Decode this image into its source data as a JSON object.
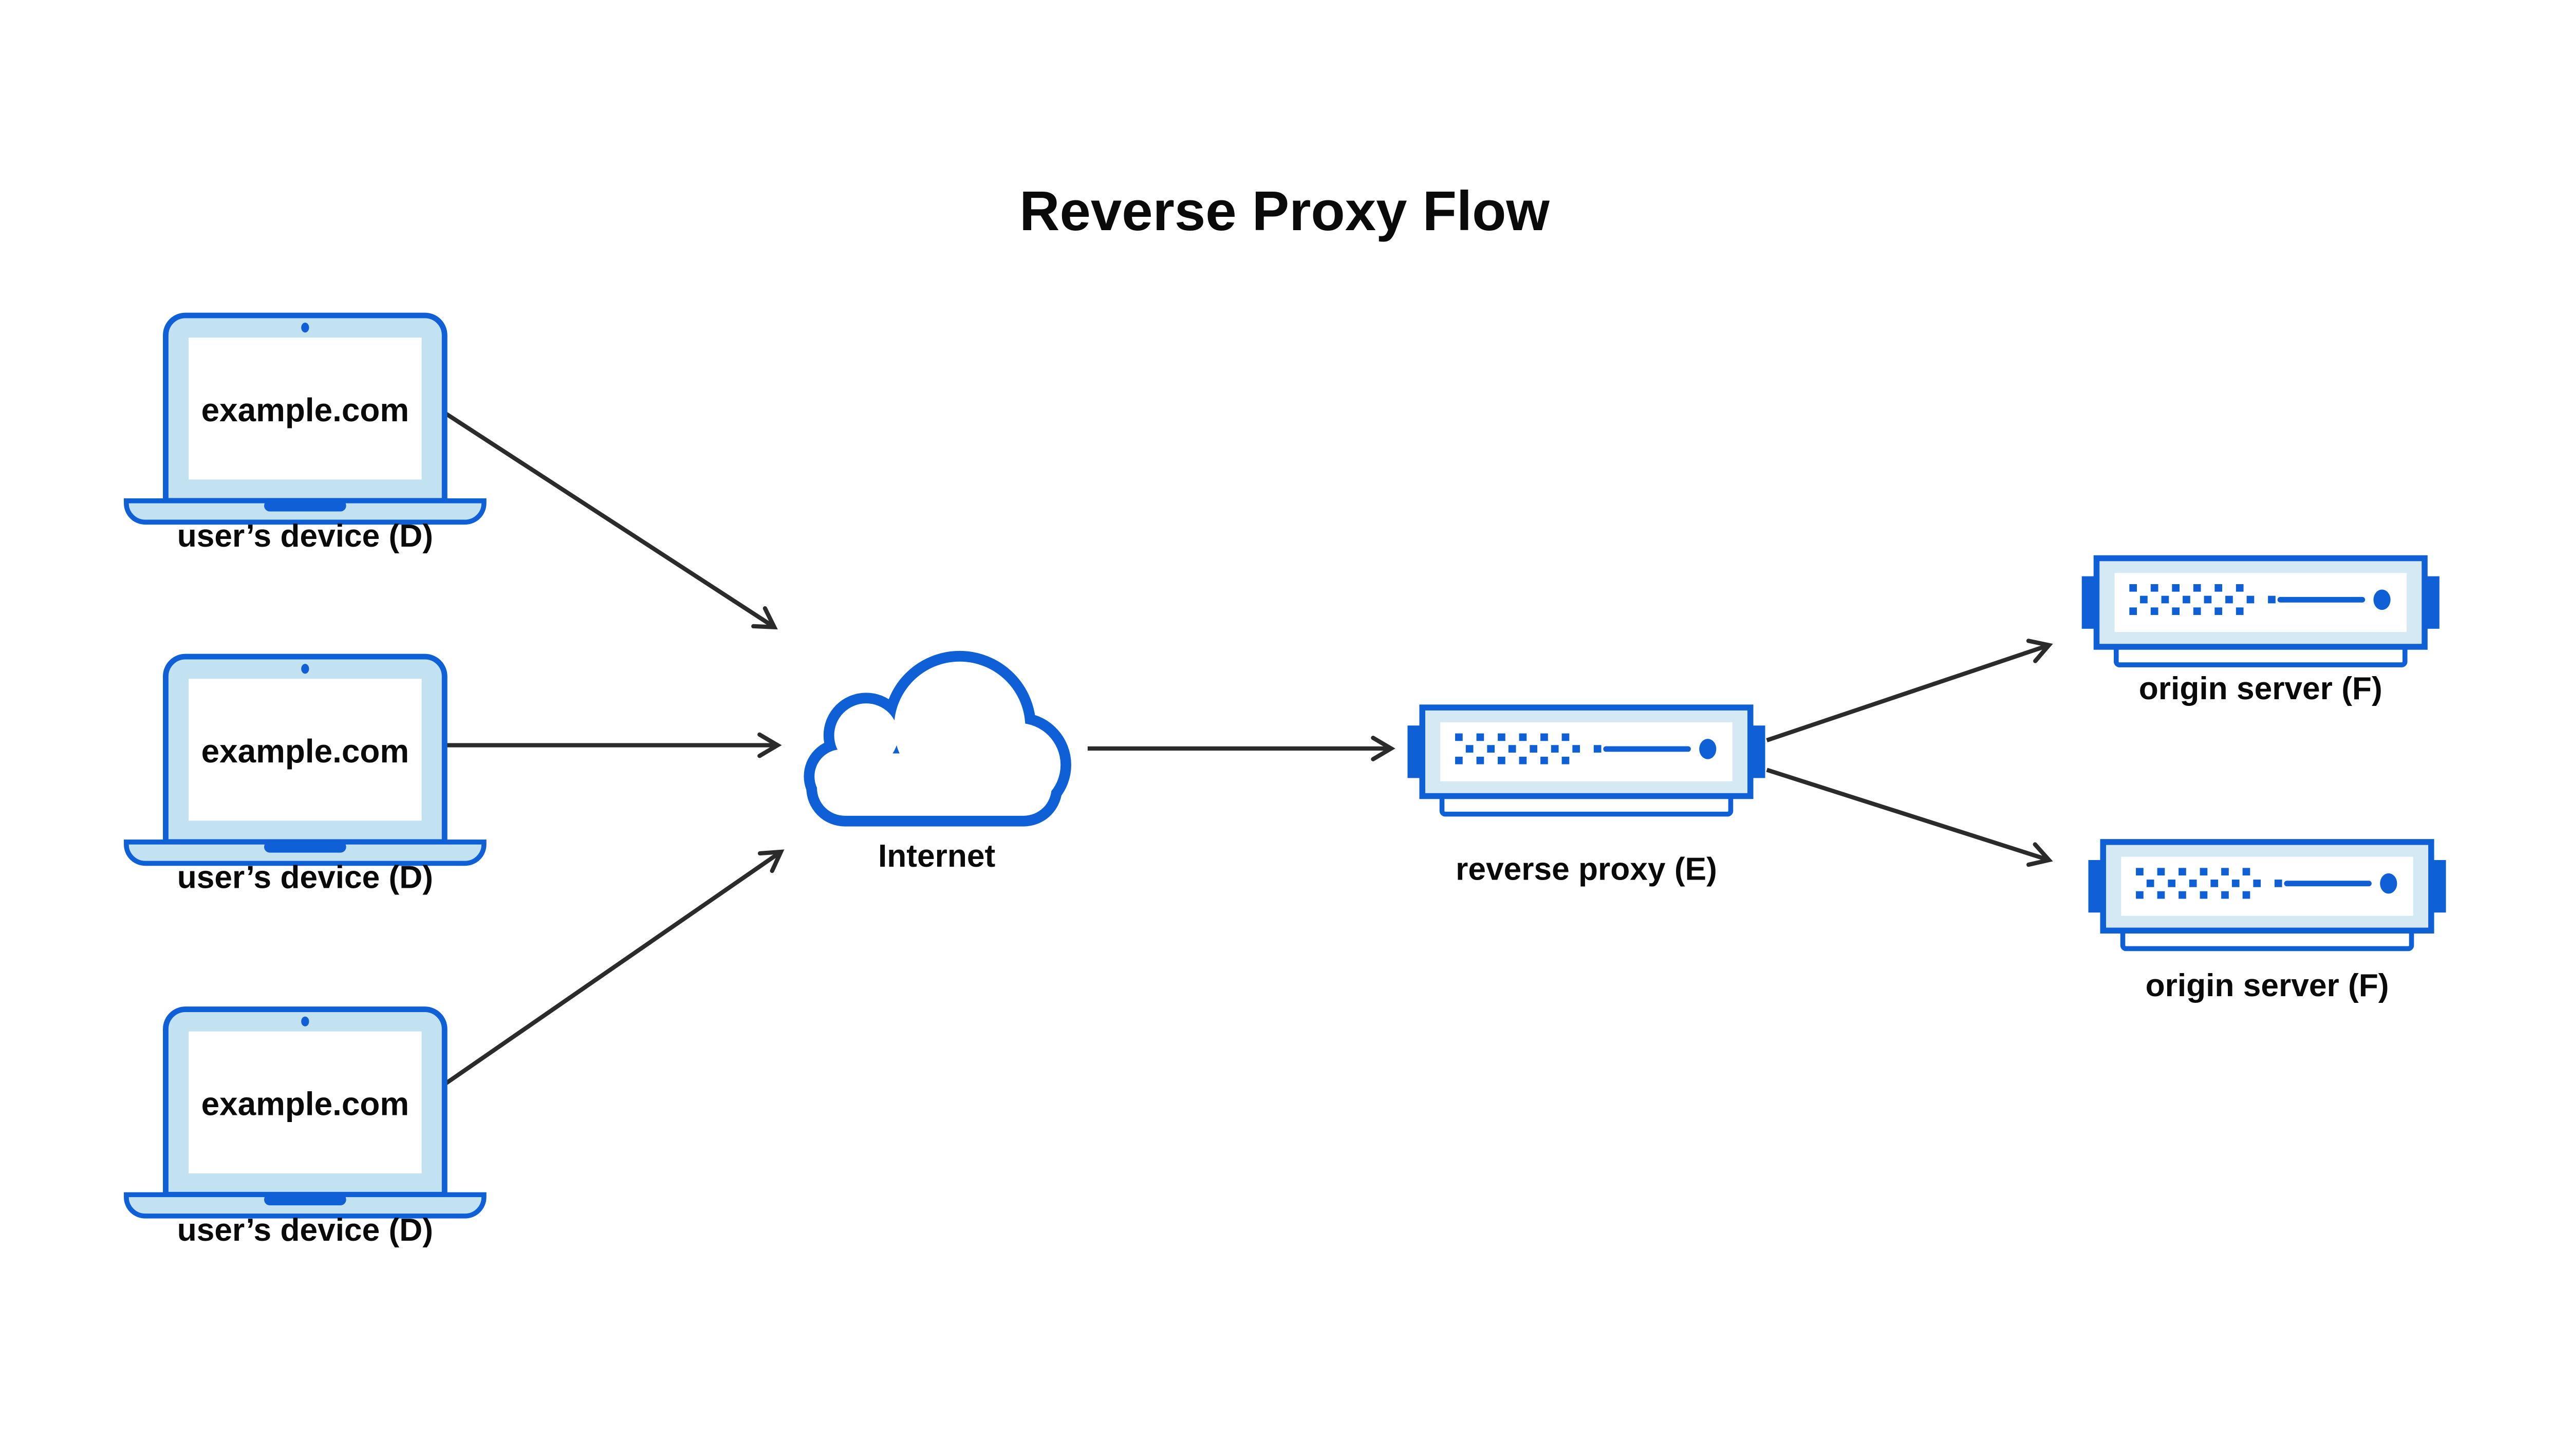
{
  "title": "Reverse Proxy Flow",
  "colors": {
    "accent": "#0f5fd6",
    "laptop_fill": "#c2e2f2",
    "server_fill": "#d4e9f3",
    "arrow": "#2b2b2b",
    "text": "#0a0a0a",
    "background": "#ffffff"
  },
  "devices": [
    {
      "screen_text": "example.com",
      "label": "user’s device (D)"
    },
    {
      "screen_text": "example.com",
      "label": "user’s device (D)"
    },
    {
      "screen_text": "example.com",
      "label": "user’s device (D)"
    }
  ],
  "internet": {
    "label": "Internet"
  },
  "reverse_proxy": {
    "label": "reverse proxy (E)"
  },
  "origin_servers": [
    {
      "label": "origin server (F)"
    },
    {
      "label": "origin server (F)"
    }
  ],
  "icons": {
    "device": "laptop-icon",
    "internet": "cloud-icon",
    "reverse_proxy": "server-icon",
    "origin_server": "server-icon",
    "connector": "arrow-icon"
  },
  "connections": [
    {
      "from": "user-device-1",
      "to": "internet"
    },
    {
      "from": "user-device-2",
      "to": "internet"
    },
    {
      "from": "user-device-3",
      "to": "internet"
    },
    {
      "from": "internet",
      "to": "reverse-proxy"
    },
    {
      "from": "reverse-proxy",
      "to": "origin-server-1"
    },
    {
      "from": "reverse-proxy",
      "to": "origin-server-2"
    }
  ]
}
